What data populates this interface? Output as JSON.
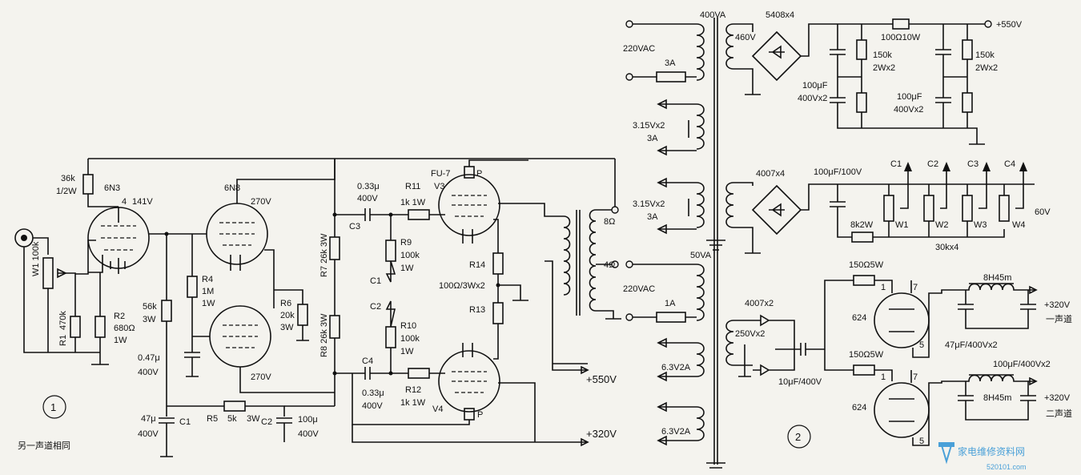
{
  "amp": {
    "input_label": "W1 100k",
    "r1": "R1",
    "r1_val": "470k",
    "r2": "R2",
    "r2_val": "680Ω",
    "r2_w": "1W",
    "r_36k": "36k",
    "r_36k_w": "1/2W",
    "v1": "6N3",
    "v1_pin": "4",
    "v1_volt": "141V",
    "v2": "6N8",
    "v2_volt_top": "270V",
    "v2_volt_bot": "270V",
    "r4": "R4",
    "r4_val": "1M",
    "r4_w": "1W",
    "r_56k": "56k",
    "r_56k_w": "3W",
    "c_047": "0.47μ",
    "c_047_v": "400V",
    "r6": "R6",
    "r6_val": "20k",
    "r6_w": "3W",
    "r7": "R7 26k 3W",
    "r8": "R8 26k 3W",
    "c3": "C3",
    "c3_val": "0.33μ",
    "c3_v": "400V",
    "c4": "C4",
    "c4_val": "0.33μ",
    "c4_v": "400V",
    "r11": "R11",
    "r11_val": "1k 1W",
    "r12": "R12",
    "r12_val": "1k 1W",
    "r9": "R9",
    "r9_val": "100k",
    "r9_w": "1W",
    "r10": "R10",
    "r10_val": "100k",
    "r10_w": "1W",
    "c1_arrow": "C1",
    "c2_arrow": "C2",
    "v3_type": "FU-7",
    "v3": "V3",
    "v4": "V4",
    "plate": "P",
    "r14": "R14",
    "r13": "R13",
    "r1314_val": "100Ω/3Wx2",
    "tap_8": "8Ω",
    "tap_4": "4Ω",
    "b550": "+550V",
    "b320": "+320V",
    "r5": "R5",
    "r5_val": "5k",
    "r5_w": "3W",
    "c1": "C1",
    "c1_val": "47μ",
    "c1_v": "400V",
    "c2": "C2",
    "c2_val": "100μ",
    "c2_v": "400V",
    "circle_1": "1",
    "note": "另一声道相同"
  },
  "psu": {
    "t1_va": "400VA",
    "mains1": "220VAC",
    "fuse1": "3A",
    "sec_460": "460V",
    "bridge1": "5408x4",
    "r_series": "100Ω10W",
    "out_550": "+550V",
    "r_bleed1": "150k",
    "r_bleed1_w": "2Wx2",
    "r_bleed2": "150k",
    "r_bleed2_w": "2Wx2",
    "cap1": "100μF",
    "cap1_v": "400Vx2",
    "cap2": "100μF",
    "cap2_v": "400Vx2",
    "fil1": "3.15Vx2",
    "fil1_a": "3A",
    "fil2": "3.15Vx2",
    "fil2_a": "3A",
    "bridge2": "4007x4",
    "cap_bias": "100μF/100V",
    "bias_c": [
      "C1",
      "C2",
      "C3",
      "C4"
    ],
    "bias_w": [
      "W1",
      "W2",
      "W3",
      "W4"
    ],
    "r_8k2": "8k2W",
    "pot_val": "30kx4",
    "bias_v": "60V",
    "t2_va": "50VA",
    "mains2": "220VAC",
    "fuse2": "1A",
    "diodes": "4007x2",
    "sec_250": "250Vx2",
    "cap_10": "10μF/400V",
    "heat1": "6.3V2A",
    "heat2": "6.3V2A",
    "r150_1": "150Ω5W",
    "r150_2": "150Ω5W",
    "rect_tube": "624",
    "pin1": "1",
    "pin7": "7",
    "pin5": "5",
    "choke1": "8H45m",
    "choke2": "8H45m",
    "filt1": "47μF/400Vx2",
    "filt2": "100μF/400Vx2",
    "out320_1": "+320V",
    "out320_2": "+320V",
    "ch1": "一声道",
    "ch2": "二声道",
    "circle_2": "2"
  },
  "watermark": {
    "cn": "家电维修资料网",
    "url": "520101.com"
  }
}
